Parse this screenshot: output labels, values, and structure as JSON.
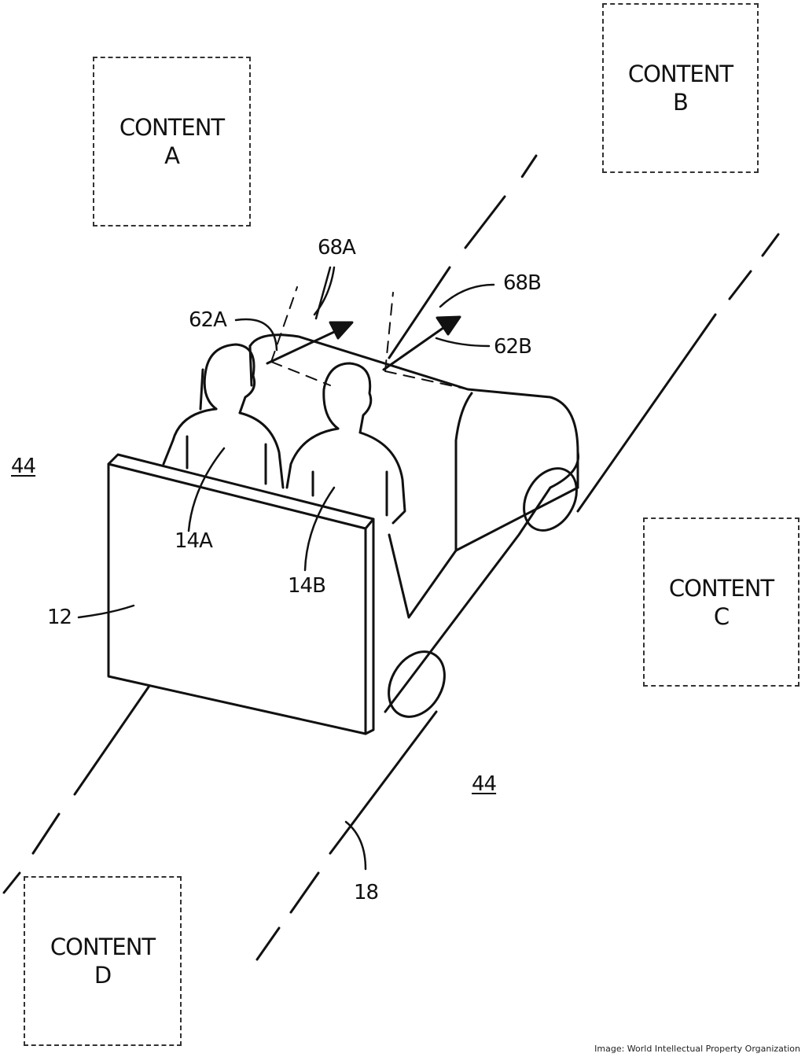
{
  "content_boxes": {
    "a": {
      "line1": "CONTENT",
      "line2": "A"
    },
    "b": {
      "line1": "CONTENT",
      "line2": "B"
    },
    "c": {
      "line1": "CONTENT",
      "line2": "C"
    },
    "d": {
      "line1": "CONTENT",
      "line2": "D"
    }
  },
  "labels": {
    "ref_68a": "68A",
    "ref_68b": "68B",
    "ref_62a": "62A",
    "ref_62b": "62B",
    "ref_14a": "14A",
    "ref_14b": "14B",
    "ref_12": "12",
    "ref_18": "18",
    "ref_44_left": "44",
    "ref_44_right": "44"
  },
  "credit": "Image: World Intellectual Property Organization"
}
